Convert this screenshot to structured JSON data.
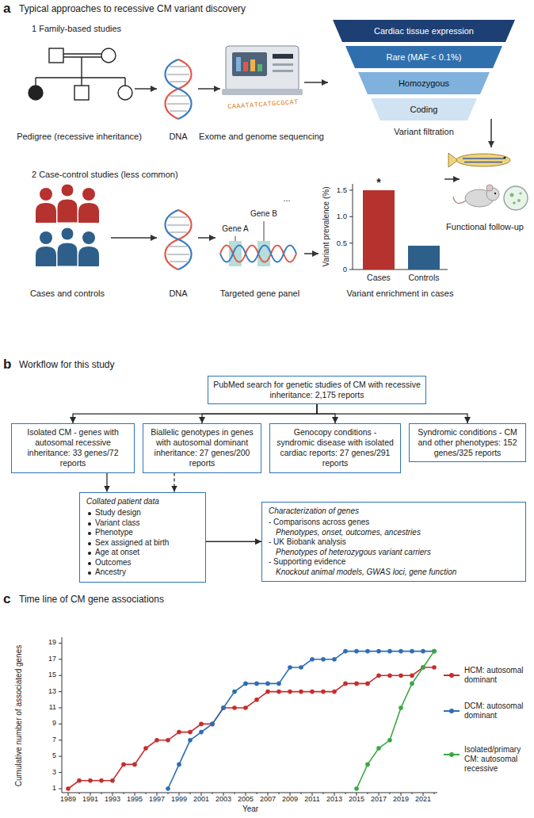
{
  "diagram": {
    "nodes": [
      {
        "text": [
          "Cardiac tissue expression"
        ]
      },
      {
        "text": [
          "Rare (MAF < 0.1%)"
        ]
      },
      {
        "text": [
          "Homozygous"
        ]
      },
      {
        "text": [
          "Coding"
        ]
      },
      {
        "text": [
          "PubMed search for genetic studies of CM with recessive inheritance: 2,175 reports"
        ]
      },
      {
        "text": [
          "Isolated CM - genes with autosomal recessive inheritance: 33 genes/72 reports"
        ]
      },
      {
        "text": [
          "Biallelic genotypes in genes with autosomal dominant inheritance: 27 genes/200 reports"
        ]
      },
      {
        "text": [
          "Genocopy conditions - syndromic disease with isolated cardiac reports: 27 genes/291 reports"
        ]
      },
      {
        "text": [
          "Syndromic conditions - CM and other phenotypes: 152 genes/325 reports"
        ]
      },
      {
        "text": [
          "Collated patient data",
          "Study design",
          "Variant class",
          "Phenotype",
          "Sex assigned at birth",
          "Age at onset",
          "Outcomes",
          "Ancestry"
        ]
      },
      {
        "text": [
          "Characterization of genes",
          "- Comparisons across genes",
          "Phenotypes, onset, outcomes, ancestries",
          "- UK Biobank analysis",
          "Phenotypes of heterozygous variant carriers",
          "- Supporting evidence",
          "Knockout animal models, GWAS loci, gene function"
        ]
      }
    ],
    "edges": [
      {
        "from": 4,
        "to": 5,
        "arrow": "to"
      },
      {
        "from": 4,
        "to": 6,
        "arrow": "to"
      },
      {
        "from": 4,
        "to": 7,
        "arrow": "to"
      },
      {
        "from": 4,
        "to": 8,
        "arrow": "to"
      },
      {
        "from": 5,
        "to": 9,
        "arrow": "to"
      },
      {
        "from": 6,
        "to": 9,
        "arrow": "to"
      },
      {
        "from": 9,
        "to": 10,
        "arrow": "to"
      }
    ],
    "labels": [
      "a",
      "Typical approaches to recessive CM variant discovery",
      "1 Family-based studies",
      "Pedigree (recessive inheritance)",
      "DNA",
      "CAAATATCATGCGCAT",
      "Exome and genome sequencing",
      "Variant filtration",
      "Functional follow-up",
      "2 Case-control studies (less common)",
      "Cases and controls",
      "DNA",
      "...",
      "Gene B",
      "Gene A",
      "Targeted gene panel",
      "Variant prevalence (%)",
      "1.5",
      "1.0",
      "0.5",
      "0",
      "*",
      "Cases",
      "Controls",
      "Variant enrichment in cases",
      "b",
      "Workflow for this study",
      "c",
      "Time line of CM gene associations",
      "Cumulative number of associated genes",
      "19",
      "17",
      "15",
      "13",
      "11",
      "9",
      "7",
      "5",
      "3",
      "1",
      "1989",
      "1991",
      "1993",
      "1995",
      "1997",
      "1999",
      "2001",
      "2003",
      "2005",
      "2007",
      "2009",
      "2011",
      "2013",
      "2015",
      "2017",
      "2019",
      "2021",
      "Year"
    ],
    "legend": [
      {
        "text": "HCM: autosomal dominant",
        "color": "#c62d2d"
      },
      {
        "text": "DCM: autosomal dominant",
        "color": "#2e6db4"
      },
      {
        "text": "Isolated/primary CM: autosomal recessive",
        "color": "#3aa845"
      }
    ]
  }
}
